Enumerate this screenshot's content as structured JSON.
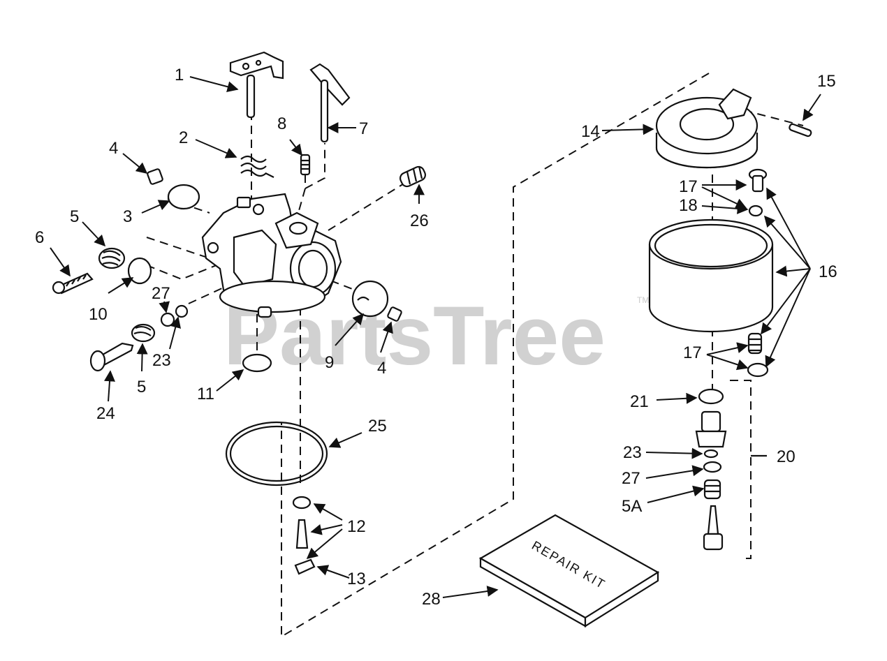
{
  "watermark": {
    "text": "PartsTree",
    "trademark": "TM"
  },
  "repair_kit": {
    "text": "REPAIR KIT"
  },
  "part_labels": {
    "p1": "1",
    "p2": "2",
    "p3": "3",
    "p4a": "4",
    "p4b": "4",
    "p5a": "5",
    "p5b": "5",
    "p5A": "5A",
    "p6": "6",
    "p7": "7",
    "p8": "8",
    "p9": "9",
    "p10": "10",
    "p11": "11",
    "p12": "12",
    "p13": "13",
    "p14": "14",
    "p15": "15",
    "p16": "16",
    "p17a": "17",
    "p17b": "17",
    "p18": "18",
    "p20": "20",
    "p21": "21",
    "p23a": "23",
    "p23b": "23",
    "p24": "24",
    "p25": "25",
    "p26": "26",
    "p27a": "27",
    "p27b": "27",
    "p28": "28"
  }
}
